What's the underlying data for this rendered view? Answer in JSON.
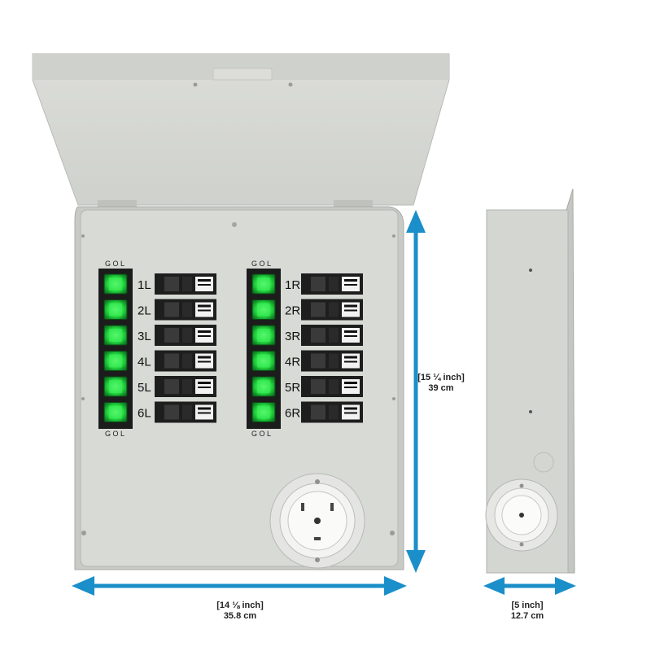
{
  "product": {
    "left_bank": {
      "switch_header": "G O L",
      "circuits": [
        "1L",
        "2L",
        "3L",
        "4L",
        "5L",
        "6L"
      ]
    },
    "right_bank": {
      "switch_header": "G O L",
      "circuits": [
        "1R",
        "2R",
        "3R",
        "4R",
        "5R",
        "6R"
      ]
    }
  },
  "dimensions": {
    "height": {
      "inch": "[15 ¼ inch]",
      "cm": "39 cm"
    },
    "width": {
      "inch": "[14 ⅛ inch]",
      "cm": "35.8 cm"
    },
    "depth": {
      "inch": "[5 inch]",
      "cm": "12.7 cm"
    }
  },
  "colors": {
    "panel": "#d8dad6",
    "switch_green": "#22e04a",
    "arrow": "#1a8fc9"
  }
}
